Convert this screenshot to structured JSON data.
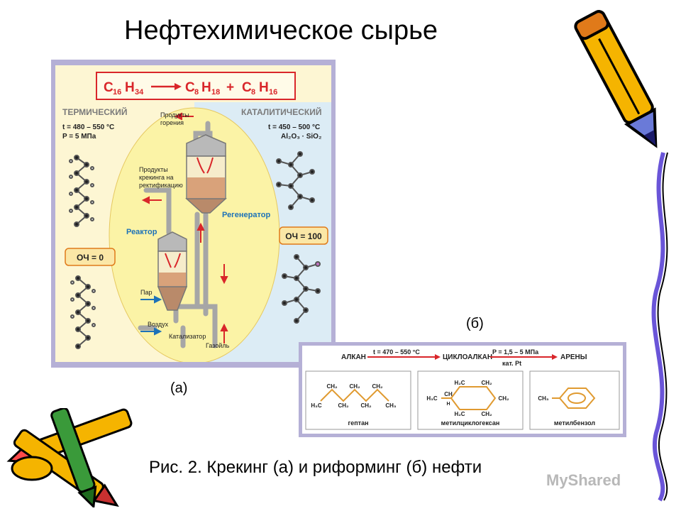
{
  "slide": {
    "title": "Нефтехимическое сырье",
    "label_a": "(а)",
    "label_b": "(б)",
    "caption": "Рис. 2. Крекинг (а) и риформинг (б) нефти",
    "watermark": "MyShared"
  },
  "cracking": {
    "equation": {
      "reactant": {
        "main": "C",
        "sub": "16",
        "main2": "H",
        "sub2": "34"
      },
      "product1": {
        "main": "C",
        "sub": "8",
        "main2": "H",
        "sub2": "18"
      },
      "plus": "+",
      "product2": {
        "main": "C",
        "sub": "8",
        "main2": "H",
        "sub2": "16"
      }
    },
    "thermal": {
      "heading": "ТЕРМИЧЕСКИЙ",
      "temp": "t = 480 – 550 °C",
      "pressure": "P = 5 МПа",
      "octane": "ОЧ = 0"
    },
    "catalytic": {
      "heading": "КАТАЛИТИЧЕСКИЙ",
      "temp": "t = 450 – 500 °C",
      "catalyst": "Al₂O₃ · SiO₂",
      "octane": "ОЧ = 100"
    },
    "apparatus": {
      "combustion": [
        "Продукты",
        "горения"
      ],
      "cracking_products": [
        "Продукты",
        "крекинга на",
        "ректификацию"
      ],
      "regenerator": "Регенератор",
      "reactor": "Реактор",
      "steam": "Пар",
      "air": "Воздух",
      "catalyst": "Катализатор",
      "gasoil": "Газойль"
    },
    "colors": {
      "thermal_bg": "#fdf6d3",
      "catalytic_bg": "#dcecf5",
      "ellipse": "#fbf3a6",
      "red": "#d9262a",
      "blue": "#1d72b8"
    }
  },
  "reforming": {
    "alkane": "АЛКАН",
    "step1": "t = 470 – 550 °C",
    "cycloalkane": "ЦИКЛОАЛКАН",
    "step2": "P = 1,5 – 5 МПа",
    "step2_cat": "кат. Pt",
    "arenes": "АРЕНЫ",
    "heptane": {
      "name": "гептан",
      "top": [
        "CH₂",
        "CH₂",
        "CH₂"
      ],
      "bottom": [
        "H₃C",
        "CH₂",
        "CH₂",
        "CH₃"
      ]
    },
    "methylcyclohexane": {
      "name": "метилциклогексан",
      "top": [
        "H₂C",
        "CH₂"
      ],
      "mid_left": [
        "H₃C",
        "CH"
      ],
      "sub_h": "H",
      "mid_right": "CH₂",
      "bottom": [
        "H₂C",
        "CH₂"
      ]
    },
    "toluene": {
      "name": "метилбензол",
      "ch3": "CH₃"
    }
  }
}
